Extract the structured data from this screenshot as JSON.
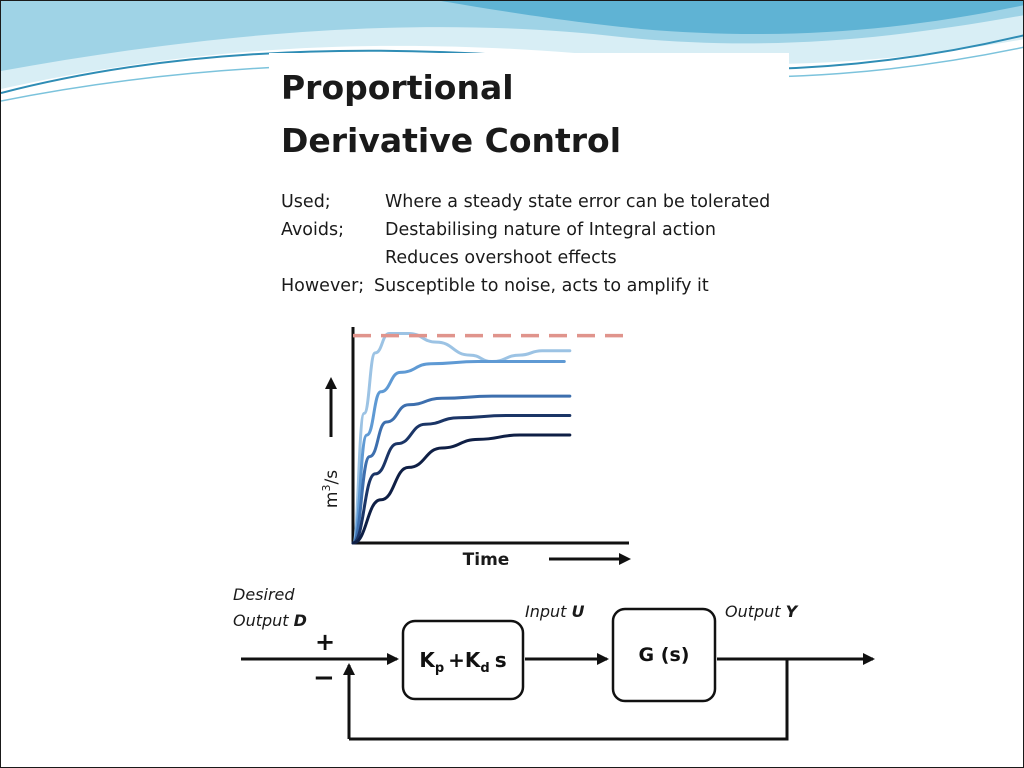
{
  "slide": {
    "title_lines": [
      "Proportional",
      "Derivative Control"
    ],
    "colors": {
      "swoosh_light": "#d8eef5",
      "swoosh_mid": "#7cc3dc",
      "swoosh_dark": "#2f8db5",
      "text": "#1a1a1a"
    }
  },
  "notes": [
    {
      "key": "Used;",
      "value": "Where a steady state error can be tolerated"
    },
    {
      "key": "Avoids;",
      "value": "Destabilising nature of Integral action"
    },
    {
      "key": "",
      "value": "Reduces overshoot effects"
    },
    {
      "key": "However;",
      "value": "Susceptible to noise, acts to amplify it"
    }
  ],
  "chart_data": {
    "type": "line",
    "title": "",
    "xlabel": "Time",
    "ylabel": "m³/s",
    "ylabel_base": "m",
    "ylabel_sup": "3",
    "ylabel_rest": "/s",
    "axis_ticks": "none",
    "x_range": [
      0,
      1
    ],
    "y_range": [
      0,
      1
    ],
    "setpoint": {
      "y": 0.96,
      "style": "dashed",
      "color": "#e0948c"
    },
    "series": [
      {
        "color": "#9cc3e4",
        "points": [
          [
            0,
            0
          ],
          [
            0.04,
            0.6
          ],
          [
            0.08,
            0.88
          ],
          [
            0.13,
            0.97
          ],
          [
            0.2,
            0.97
          ],
          [
            0.3,
            0.93
          ],
          [
            0.42,
            0.87
          ],
          [
            0.5,
            0.84
          ],
          [
            0.6,
            0.87
          ],
          [
            0.68,
            0.89
          ],
          [
            0.78,
            0.89
          ]
        ]
      },
      {
        "color": "#5f9ad4",
        "points": [
          [
            0,
            0
          ],
          [
            0.05,
            0.5
          ],
          [
            0.1,
            0.7
          ],
          [
            0.17,
            0.79
          ],
          [
            0.28,
            0.83
          ],
          [
            0.45,
            0.84
          ],
          [
            0.76,
            0.84
          ]
        ]
      },
      {
        "color": "#3d6fae",
        "points": [
          [
            0,
            0
          ],
          [
            0.06,
            0.4
          ],
          [
            0.12,
            0.56
          ],
          [
            0.2,
            0.64
          ],
          [
            0.32,
            0.67
          ],
          [
            0.5,
            0.68
          ],
          [
            0.78,
            0.68
          ]
        ]
      },
      {
        "color": "#1b3566",
        "points": [
          [
            0,
            0
          ],
          [
            0.08,
            0.32
          ],
          [
            0.16,
            0.46
          ],
          [
            0.26,
            0.55
          ],
          [
            0.38,
            0.58
          ],
          [
            0.55,
            0.59
          ],
          [
            0.78,
            0.59
          ]
        ]
      },
      {
        "color": "#0f1f45",
        "points": [
          [
            0,
            0
          ],
          [
            0.1,
            0.2
          ],
          [
            0.2,
            0.35
          ],
          [
            0.32,
            0.44
          ],
          [
            0.45,
            0.48
          ],
          [
            0.6,
            0.5
          ],
          [
            0.78,
            0.5
          ]
        ]
      }
    ]
  },
  "block_diagram": {
    "desired_label_line1": "Desired",
    "desired_label_line2": "Output",
    "desired_symbol": "D",
    "plus_sign": "+",
    "minus_sign": "−",
    "controller": {
      "k": "K",
      "p_sub": "p",
      "plus_k": "+K",
      "d_sub": "d",
      "s": "s"
    },
    "input_label": "Input",
    "input_symbol": "U",
    "plant_label": "G (s)",
    "output_label": "Output",
    "output_symbol": "Y"
  }
}
